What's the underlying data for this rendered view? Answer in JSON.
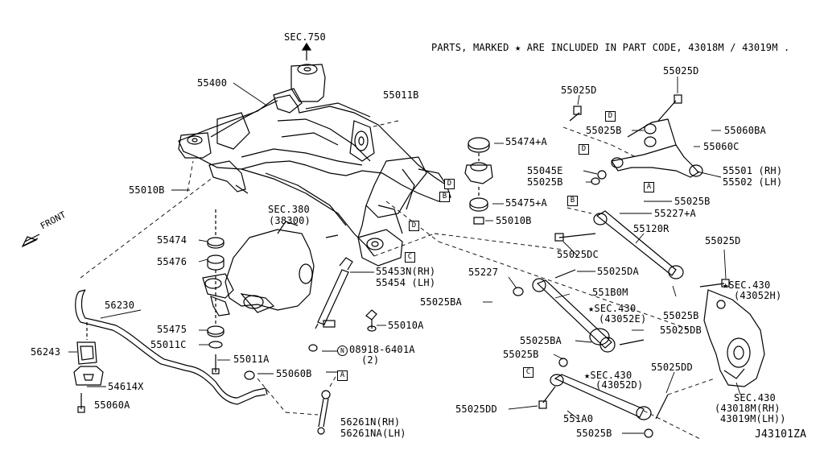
{
  "note": "PARTS, MARKED ★ ARE INCLUDED IN PART CODE, 43018M / 43019M .",
  "diagram_id": "J43101ZA",
  "colors": {
    "line": "#000000",
    "background": "#ffffff"
  },
  "labels": {
    "sec750": "SEC.750",
    "p55400": "55400",
    "p55011b": "55011B",
    "p55010b_left": "55010B",
    "sec380": "SEC.380",
    "sec380_sub": "(38300)",
    "p55474": "55474",
    "p55476": "55476",
    "p55475": "55475",
    "p55011c": "55011C",
    "p55011a": "55011A",
    "p55060b": "55060B",
    "p56230": "56230",
    "p56243": "56243",
    "p54614x": "54614X",
    "p55060a": "55060A",
    "p55474a": "55474+A",
    "p55475a": "55475+A",
    "p55010b_right": "55010B",
    "p55453n": "55453N(RH)",
    "p55454": "55454 (LH)",
    "p55010a": "55010A",
    "nut_code": "08918-6401A",
    "nut_qty": "(2)",
    "nut_letter": "N",
    "p56261n": "56261N(RH)",
    "p56261na": "56261NA(LH)",
    "p55025d_top": "55025D",
    "p55025d_top2": "55025D",
    "p55025b_1": "55025B",
    "p55060ba": "55060BA",
    "p55060c": "55060C",
    "p55045e": "55045E",
    "p55025b_2": "55025B",
    "p55501": "55501 (RH)",
    "p55502": "55502 (LH)",
    "p55025b_3": "55025B",
    "p55227a": "55227+A",
    "p55120r": "55120R",
    "p55025dc": "55025DC",
    "p55025d_mid": "55025D",
    "p55227": "55227",
    "p55025da": "55025DA",
    "sec430_1": "★SEC.430",
    "sec430_1sub": "(43052H)",
    "p55025ba_1": "55025BA",
    "p551b0m": "551B0M",
    "sec430_2": "★SEC.430",
    "sec430_2sub": "(43052E)",
    "p55025b_4": "55025B",
    "p55025db": "55025DB",
    "p55025ba_2": "55025BA",
    "p55025b_5": "55025B",
    "sec430_3": "★SEC.430",
    "sec430_3sub": "(43052D)",
    "p55025dd_1": "55025DD",
    "p55025dd_2": "55025DD",
    "p551a0": "551A0",
    "p55025b_6": "55025B",
    "sec430_4": "SEC.430",
    "sec430_4a": "(43018M(RH)",
    "sec430_4b": "43019M(LH))",
    "front": "FRONT"
  },
  "callouts": {
    "a": "A",
    "b": "B",
    "c": "C",
    "d": "D"
  }
}
